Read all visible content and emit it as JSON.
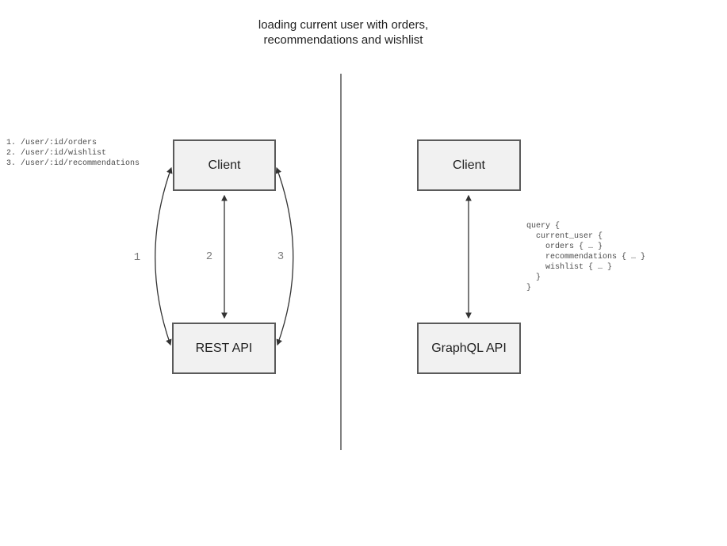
{
  "title": {
    "line1": "loading current user with orders,",
    "line2": "recommendations and wishlist"
  },
  "left_panel": {
    "client_label": "Client",
    "api_label": "REST API",
    "endpoints": [
      "1. /user/:id/orders",
      "2. /user/:id/wishlist",
      "3. /user/:id/recommendations"
    ],
    "arrow_labels": [
      "1",
      "2",
      "3"
    ]
  },
  "right_panel": {
    "client_label": "Client",
    "api_label": "GraphQL API",
    "query_lines": [
      "query {",
      "  current_user {",
      "    orders { … }",
      "    recommendations { … }",
      "    wishlist { … }",
      "  }",
      "}"
    ]
  },
  "colors": {
    "box_fill": "#f1f1f1",
    "box_border": "#5a5a5a",
    "arrow": "#333333",
    "divider": "#808080",
    "label_gray": "#7d7d7d",
    "code_text": "#4a4a4a"
  }
}
